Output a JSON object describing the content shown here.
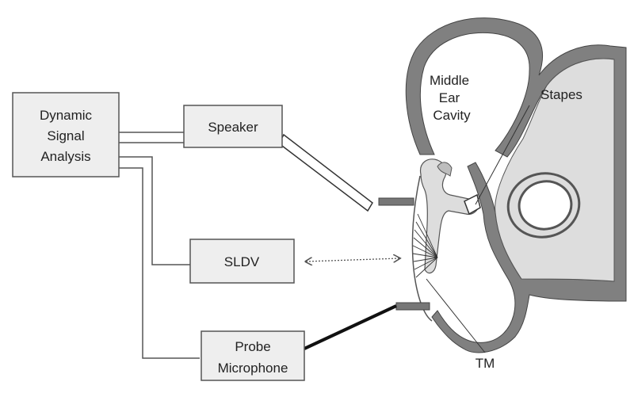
{
  "boxes": {
    "dsa": {
      "lines": [
        "Dynamic",
        "Signal",
        "Analysis"
      ]
    },
    "speaker": {
      "label": "Speaker"
    },
    "sldv": {
      "label": "SLDV"
    },
    "probe": {
      "lines": [
        "Probe",
        "Microphone"
      ]
    }
  },
  "anatomy": {
    "middle_ear_cavity": [
      "Middle",
      "Ear",
      "Cavity"
    ],
    "stapes": "Stapes",
    "tm": "TM"
  },
  "colors": {
    "bone_wall": "#808080",
    "tissue_fill": "#dddddd",
    "box_fill": "#eeeeee",
    "box_stroke": "#555555",
    "text": "#222222"
  }
}
